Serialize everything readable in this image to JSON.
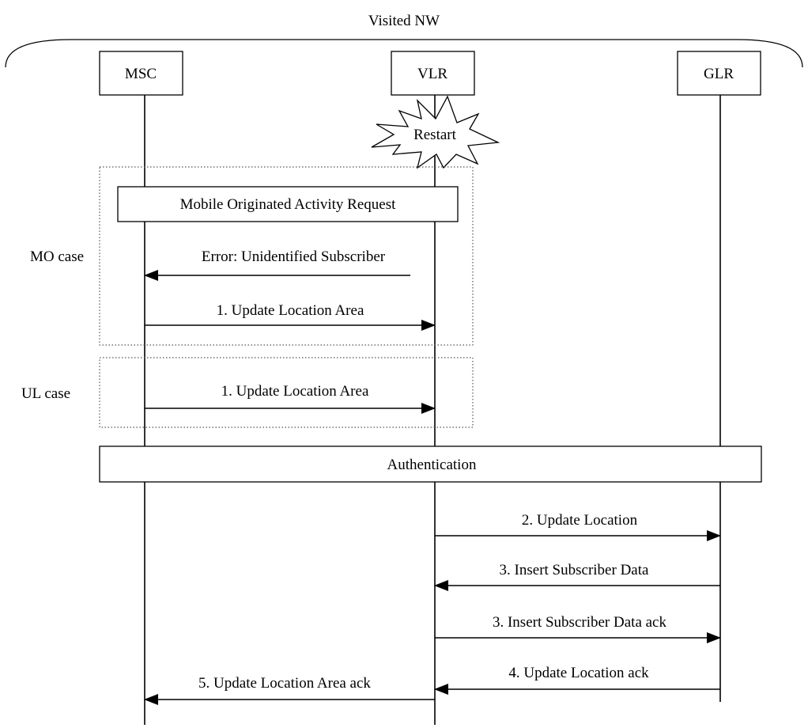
{
  "network_label": "Visited NW",
  "entities": {
    "msc": "MSC",
    "vlr": "VLR",
    "glr": "GLR"
  },
  "restart_label": "Restart",
  "mo_case": {
    "label": "MO case",
    "request": "Mobile Originated Activity Request",
    "error": "Error: Unidentified Subscriber",
    "update": "1. Update Location Area"
  },
  "ul_case": {
    "label": "UL case",
    "update": "1. Update Location Area"
  },
  "authentication": "Authentication",
  "messages": {
    "update_location": "2. Update Location",
    "insert_subscriber_data": "3. Insert Subscriber Data",
    "insert_subscriber_data_ack": "3. Insert Subscriber Data ack",
    "update_location_ack": "4. Update Location ack",
    "update_location_area_ack": "5. Update Location Area ack"
  }
}
